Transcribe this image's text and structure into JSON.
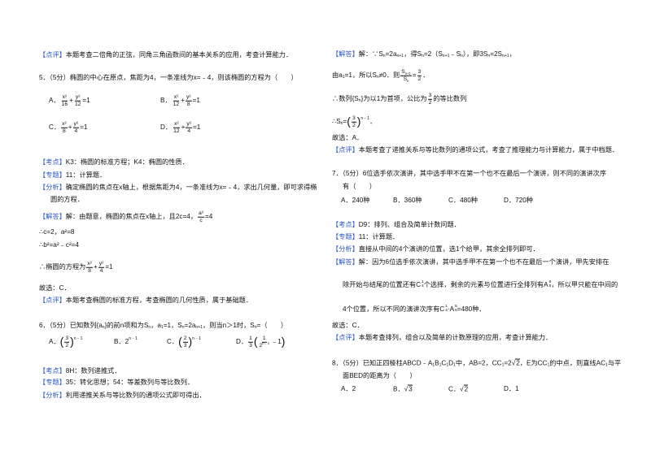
{
  "left": [
    [
      {
        "tag": "【点评】"
      },
      "本题考查二倍角的正弦，同角三角函数间的基本关系的应用，考查计算能力．"
    ],
    [
      "5．（5分）椭圆的中心在原点，焦距为4，一条准线为x=﹣4，则该椭圆的方程为（　　）"
    ],
    [
      "A．",
      {
        "frac": [
          "x²",
          "16"
        ]
      },
      "+",
      {
        "frac": [
          "y²",
          "12"
        ]
      },
      "=1"
    ],
    [
      "B．",
      {
        "frac": [
          "x²",
          "12"
        ]
      },
      "+",
      {
        "frac": [
          "y²",
          "8"
        ]
      },
      "=1"
    ],
    [
      "C．",
      {
        "frac": [
          "x²",
          "8"
        ]
      },
      "+",
      {
        "frac": [
          "y²",
          "4"
        ]
      },
      "=1"
    ],
    [
      "D．",
      {
        "frac": [
          "x²",
          "12"
        ]
      },
      "+",
      {
        "frac": [
          "y²",
          "4"
        ]
      },
      "=1"
    ],
    [
      {
        "tag": "【考点】"
      },
      "K3：椭圆的标准方程；K4：椭圆的性质．"
    ],
    [
      {
        "tag": "【专题】"
      },
      "11：计算题．"
    ],
    [
      {
        "tag": "【分析】"
      },
      "确定椭圆的焦点在x轴上，根据焦距为4，一条准线为x=﹣4，求出几何量，即可求得椭"
    ],
    [
      "圆的方程．"
    ],
    [
      {
        "tag": "【解答】"
      },
      "解：由题意，椭圆的焦点在x轴上，且2c=4，",
      {
        "frac": [
          "a²",
          "c"
        ]
      },
      "=4"
    ],
    [
      "∴c=2，a²=8"
    ],
    [
      "∴b²=a²﹣c²=4"
    ],
    [
      "∴椭圆的方程为",
      {
        "frac": [
          "x²",
          "8"
        ]
      },
      "+",
      {
        "frac": [
          "y²",
          "4"
        ]
      },
      "=1"
    ],
    [
      "故选：C．"
    ],
    [
      {
        "tag": "【点评】"
      },
      "本题考查椭圆的标准方程，考查椭圆的几何性质，属于基础题．"
    ],
    [
      "6．（5分）已知数列{a",
      {
        "sub": "n"
      },
      "}的前n项和为S",
      {
        "sub": "n"
      },
      "，a",
      {
        "sub": "1"
      },
      "=1，S",
      {
        "sub": "n"
      },
      "=2a",
      {
        "sub": "n+1"
      },
      "，则当n＞1时，S",
      {
        "sub": "n"
      },
      "=（　　）"
    ],
    [
      "A．",
      {
        "big": "("
      },
      {
        "frac": [
          "3",
          "2"
        ]
      },
      {
        "big": ")"
      },
      {
        "sup": "n﹣1"
      }
    ],
    [
      "B．2",
      {
        "sup": "n﹣1"
      }
    ],
    [
      "C．",
      {
        "big": "("
      },
      {
        "frac": [
          "2",
          "3"
        ]
      },
      {
        "big": ")"
      },
      {
        "sup": "n﹣1"
      }
    ],
    [
      "D．",
      {
        "frac": [
          "1",
          "3"
        ]
      },
      {
        "big": "("
      },
      {
        "frac": [
          "1",
          [
            "2",
            {
              "sup": "n﹣1"
            }
          ]
        ]
      },
      "﹣1",
      {
        "big": ")"
      }
    ],
    [
      {
        "tag": "【考点】"
      },
      "8H：数列递推式．"
    ],
    [
      {
        "tag": "【专题】"
      },
      "35：转化思想；54：等差数列与等比数列．"
    ],
    [
      {
        "tag": "【分析】"
      },
      "利用递推关系与等比数列的通项公式即可得出．"
    ]
  ],
  "right": [
    [
      {
        "tag": "【解答】"
      },
      "解：∵S",
      {
        "sub": "n"
      },
      "=2a",
      {
        "sub": "n+1"
      },
      "，得S",
      {
        "sub": "n"
      },
      "=2（S",
      {
        "sub": "n+1"
      },
      "﹣S",
      {
        "sub": "n"
      },
      "），即3S",
      {
        "sub": "n"
      },
      "=2S",
      {
        "sub": "n+1"
      },
      "，"
    ],
    [
      "由a",
      {
        "sub": "1"
      },
      "=1，所以S",
      {
        "sub": "n"
      },
      "≠0．则",
      {
        "frac": [
          [
            "S",
            {
              "sub": "n+1"
            }
          ],
          [
            "S",
            {
              "sub": "n"
            }
          ]
        ]
      },
      "=",
      {
        "frac": [
          "3",
          "2"
        ]
      },
      "．"
    ],
    [
      "∴数列{S",
      {
        "sub": "n"
      },
      "}为以1为首项，公比为",
      {
        "frac": [
          "3",
          "2"
        ]
      },
      "的等比数列"
    ],
    [
      "∴S",
      {
        "sub": "n"
      },
      "=",
      {
        "big": "("
      },
      {
        "frac": [
          "3",
          "2"
        ]
      },
      {
        "big": ")"
      },
      {
        "sup": "n﹣1"
      },
      "．"
    ],
    [
      "故选：A．"
    ],
    [
      {
        "tag": "【点评】"
      },
      "本题考查了递推关系与等比数列的通项公式，考查了推理能力与计算能力，属于中档题．"
    ],
    [
      "7．（5分）6位选手依次演讲，其中选手甲不在第一个也不在最后一个演讲，则不同的演讲次序"
    ],
    [
      "有（　　）"
    ],
    [
      "A．240种"
    ],
    [
      "B．360种"
    ],
    [
      "C．480种"
    ],
    [
      "D．720种"
    ],
    [
      {
        "tag": "【考点】"
      },
      "D9：排列、组合及简单计数问题．"
    ],
    [
      {
        "tag": "【专题】"
      },
      "11：计算题．"
    ],
    [
      {
        "tag": "【分析】"
      },
      "直接从中间的4个演讲的位置，选1个给甲，其余全排列即可．"
    ],
    [
      {
        "tag": "【解答】"
      },
      "解：因为6位选手依次演讲，其中选手甲不在第一个也不在最后一个演讲，甲先安排在"
    ],
    [
      "除开始与结尾的位置还有",
      {
        "ss": [
          "C",
          "4",
          "1"
        ]
      },
      "个选择，剩余的元素与位置进行全排列有",
      {
        "ss": [
          "A",
          "5",
          "5"
        ]
      },
      "，所以甲只能在中间的"
    ],
    [
      "4个位置，所以不同的演讲次序有",
      {
        "ss": [
          "C",
          "4",
          "1"
        ]
      },
      "·",
      {
        "ss": [
          "A",
          "5",
          "5"
        ]
      },
      "=480种．"
    ],
    [
      "故选：C．"
    ],
    [
      {
        "tag": "【点评】"
      },
      "本题考查排列，组合以及简单的计数原理的应用，考查计算能力．"
    ],
    [
      "8．（5分）已知正四棱柱ABCD﹣A",
      {
        "sub": "1"
      },
      "B",
      {
        "sub": "1"
      },
      "C",
      {
        "sub": "1"
      },
      "D",
      {
        "sub": "1"
      },
      "中，AB=2，CC",
      {
        "sub": "1"
      },
      "=2",
      "√",
      {
        "ol": "2"
      },
      "，E为CC",
      {
        "sub": "1"
      },
      "的中点，则直线AC",
      {
        "sub": "1"
      },
      "与平"
    ],
    [
      "面BED的距离为（　　）"
    ],
    [
      "A．2"
    ],
    [
      "B．",
      "√",
      {
        "ol": "3"
      }
    ],
    [
      "C．",
      "√",
      {
        "ol": "2"
      }
    ],
    [
      "D．1"
    ]
  ]
}
